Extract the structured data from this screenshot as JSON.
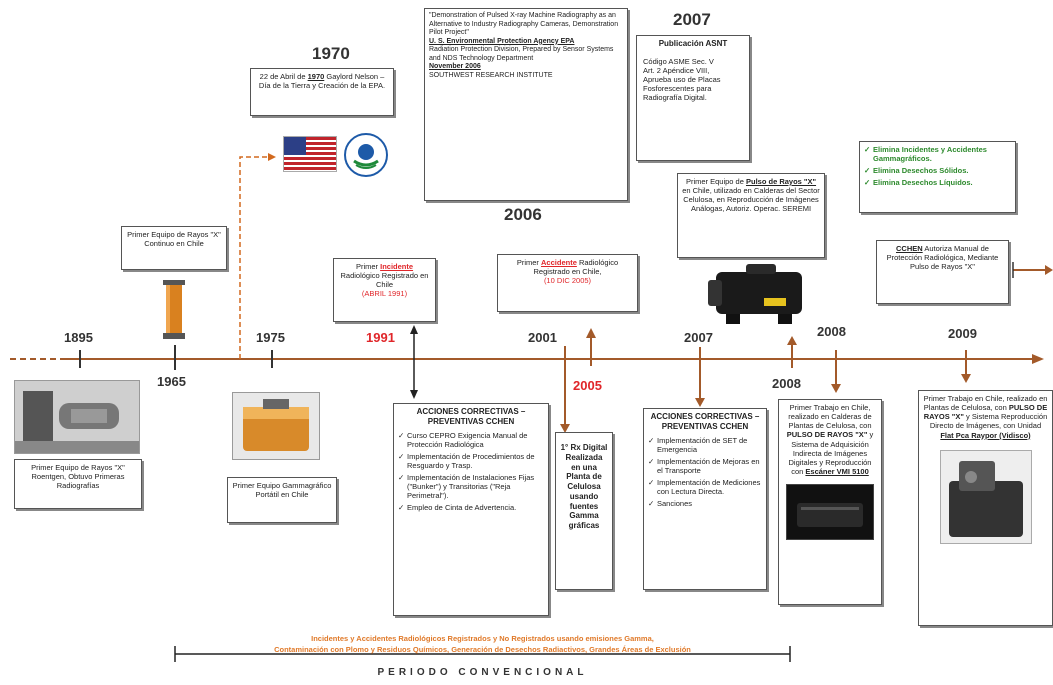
{
  "years": {
    "y1895": "1895",
    "y1965": "1965",
    "y1975": "1975",
    "y1970": "1970",
    "y1991": "1991",
    "y2001": "2001",
    "y2005": "2005",
    "y2006": "2006",
    "y2007_top": "2007",
    "y2007_line": "2007",
    "y2008_a": "2008",
    "y2008_b": "2008",
    "y2009": "2009"
  },
  "boxes": {
    "epa_1970": {
      "pre": "22 de Abril de ",
      "year": "1970",
      "post": " Gaylord Nelson – Día de la Tierra y Creación de la EPA."
    },
    "demo_2006": {
      "l1": "\"Demonstration of Pulsed X-ray Machine Radiography as an Alternative to Industry Radiography Cameras, Demonstration Pilot Project\"",
      "l2": "U. S. Environmental Protection Agency EPA",
      "l3": "Radiation Protection Division, Prepared by Sensor Systems and NDS Technology Department",
      "l4": "November 2006",
      "l5": "SOUTHWEST RESEARCH INSTITUTE"
    },
    "asnt_2007": {
      "title": "Publicación ASNT",
      "body": "Código ASME Sec. V Art. 2 Apéndice VIII, Aprueba uso de Placas Fosforescentes para Radiografía Digital."
    },
    "rayos_1965": "Primer Equipo de Rayos \"X\" Continuo en Chile",
    "incidente_1991": {
      "pre": "Primer ",
      "red": "Incidente",
      "post": " Radiológico Registrado en Chile",
      "date": "(ABRIL 1991)"
    },
    "accidente_2005": {
      "pre": "Primer ",
      "red": "Accidente",
      "post": " Radiológico Registrado en Chile,",
      "date": "(10 DIC 2005)"
    },
    "pulso_2007": {
      "pre": "Primer Equipo de ",
      "bold": "Pulso de Rayos \"X\"",
      "post": " en Chile, utilizado en Calderas del Sector Celulosa, en Reproducción de Imágenes Análogas, Autoriz. Operac. SEREMI"
    },
    "elimina": [
      "Elimina Incidentes y Accidentes Gammagráficos.",
      "Elimina Desechos Sólidos.",
      "Elimina Desechos Líquidos."
    ],
    "cchen_manual": {
      "bold": "CCHEN",
      "post": " Autoriza Manual de Protección Radiológica, Mediante Pulso de Rayos \"X\""
    },
    "roentgen": "Primer Equipo de Rayos \"X\" Roentgen, Obtuvo Primeras Radiografías",
    "gammagrafico": "Primer Equipo Gammagráfico Portátil en Chile",
    "acciones_1": {
      "title": "ACCIONES CORRECTIVAS – PREVENTIVAS CCHEN",
      "items": [
        "Curso CEPRO Exigencia Manual de Protección Radiológica",
        "Implementación de Procedimientos de Resguardo y Trasp.",
        "Implementación de Instalaciones Fijas (\"Bunker\") y Transitorias (\"Reja Perimetral\").",
        "Empleo de Cinta de Advertencia."
      ]
    },
    "digital_2005": "1° Rx Digital Realizada en una Planta de Celulosa usando fuentes Gamma gráficas",
    "acciones_2": {
      "title": "ACCIONES CORRECTIVAS – PREVENTIVAS CCHEN",
      "items": [
        "Implementación de SET de Emergencia",
        "Implementación de Mejoras en el Transporte",
        "Implementación de Mediciones con Lectura Directa.",
        "Sanciones"
      ]
    },
    "trabajo_2008": {
      "pre": "Primer Trabajo en Chile, realizado en Calderas de Plantas de Celulosa, con ",
      "b1": "PULSO DE RAYOS \"X\"",
      "mid": " y Sistema de Adquisición Indirecta de Imágenes Digitales y Reproducción con ",
      "b2": "Escáner VMI 5100"
    },
    "trabajo_2009": {
      "pre": "Primer Trabajo en Chile, realizado en Plantas de Celulosa, con ",
      "b1": "PULSO DE RAYOS \"X\"",
      "mid": " y Sistema Reproducción Directo de Imágenes, con Unidad ",
      "b2": "Flat Pca Raypor (Vidisco)"
    }
  },
  "footer": {
    "line1": "Incidentes y Accidentes Radiológicos Registrados y No Registrados usando emisiones Gamma,",
    "line2": "Contaminación con Plomo y Residuos Químicos, Generación de Desechos Radiactivos, Grandes Áreas de Exclusión",
    "period": "PERIODO CONVENCIONAL"
  },
  "colors": {
    "timeline": "#a35a2a",
    "red": "#e0262a",
    "green": "#2d8a2d",
    "footer": "#e07a2a"
  }
}
